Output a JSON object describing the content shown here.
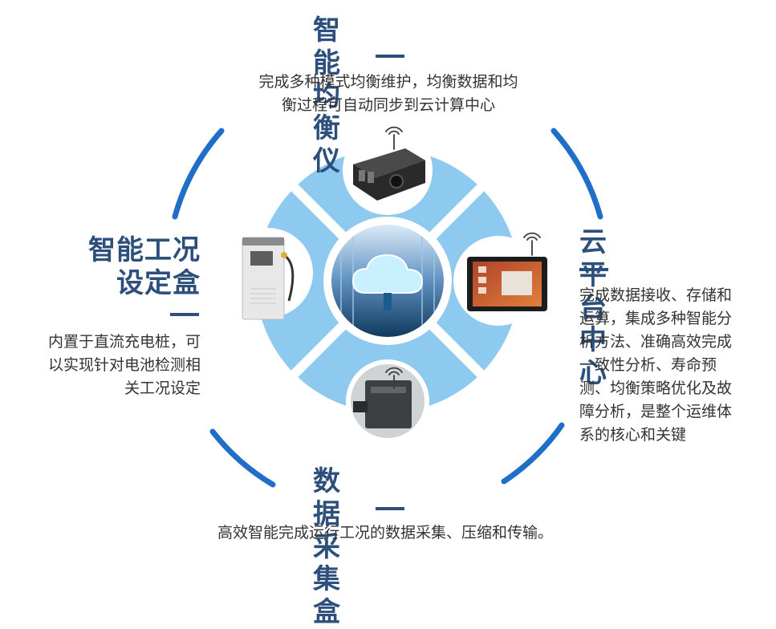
{
  "modules": [
    {
      "id": "balancer",
      "title": "智能均衡仪",
      "desc_lines": [
        "完成多种模式均衡维护，均衡数据和均",
        "衡过程可自动同步到云计算中心"
      ],
      "device": "balancer-device-icon"
    },
    {
      "id": "cloud",
      "title": "云平台中心",
      "desc_lines": [
        "完成数据接收、存储和",
        "运算，集成多种智能分",
        "析方法、准确高效完成",
        "一致性分析、寿命预",
        "测、均衡策略优化及故",
        "障分析，是整个运维体",
        "系的核心和关键"
      ],
      "device": "touch-panel-icon"
    },
    {
      "id": "collector",
      "title": "数据采集盒",
      "desc_lines": [
        "高效智能完成运行工况的数据采集、压缩和传输。"
      ],
      "device": "collector-box-icon"
    },
    {
      "id": "condition",
      "title_lines": [
        "智能工况",
        "设定盒"
      ],
      "desc_lines": [
        "内置于直流充电桩，可",
        "以实现针对电池检测相",
        "关工况设定"
      ],
      "device": "charging-pile-icon"
    }
  ],
  "colors": {
    "title": "#2d4f7c",
    "ring_arc": "#1f6fc9",
    "petal": "#8ecaf0",
    "center": "#0e4d7a"
  },
  "icons": [
    "cloud-icon",
    "wifi-signal-icon"
  ]
}
